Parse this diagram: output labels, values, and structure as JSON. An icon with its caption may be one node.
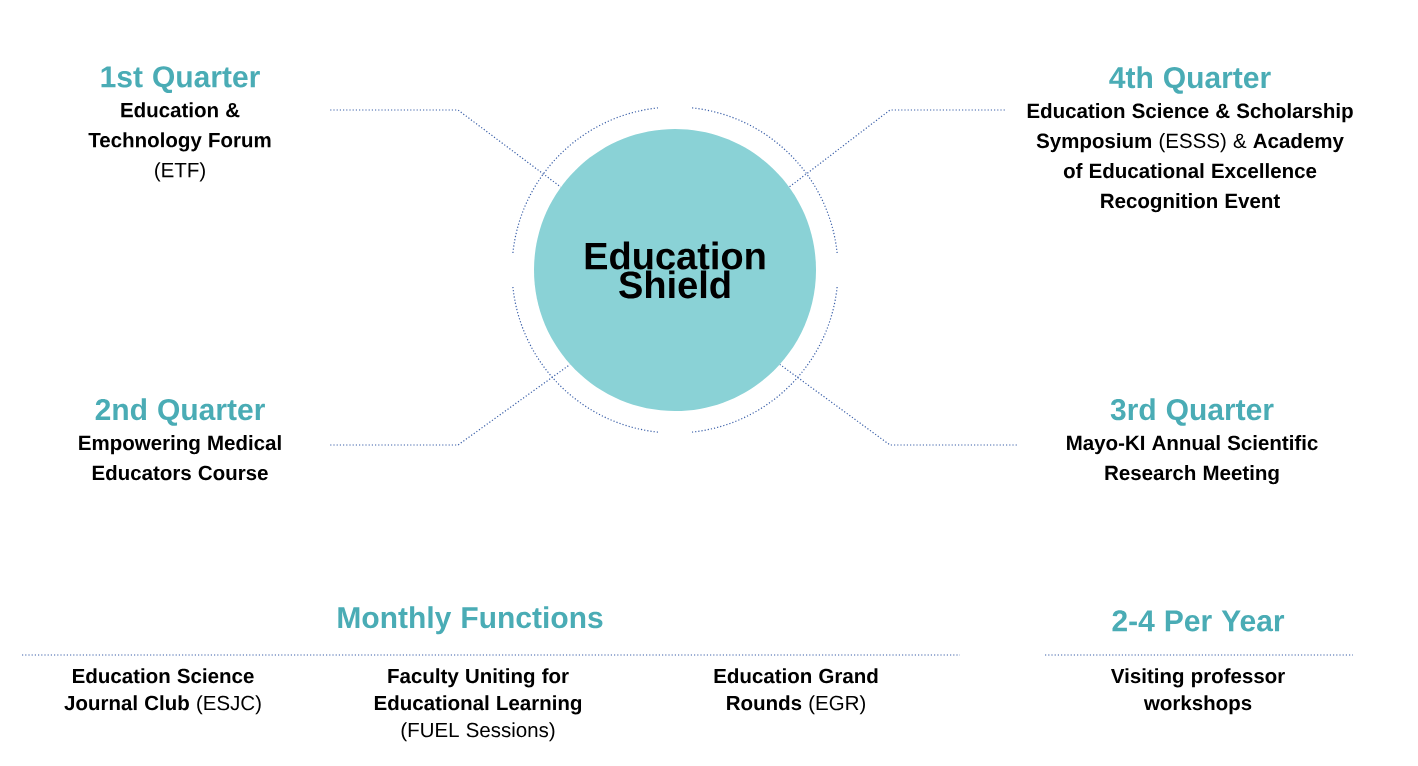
{
  "diagram": {
    "nodes": [
      {
        "text": [
          "1st Quarter",
          "**Education & Technology Forum** (ETF)"
        ]
      },
      {
        "text": [
          "4th Quarter",
          "**Education Science & Scholarship Symposium** (ESSS) & **Academy of Educational Excellence Recognition Event**"
        ]
      },
      {
        "text": [
          "Education Shield"
        ]
      },
      {
        "text": [
          "2nd Quarter",
          "**Empowering Medical Educators Course**"
        ]
      },
      {
        "text": [
          "3rd Quarter",
          "**Mayo-KI Annual Scientific Research Meeting**"
        ]
      }
    ],
    "edges": [
      {
        "from": 0,
        "to": 2,
        "arrow": "none"
      },
      {
        "from": 1,
        "to": 2,
        "arrow": "none"
      },
      {
        "from": 3,
        "to": 2,
        "arrow": "none"
      },
      {
        "from": 4,
        "to": 2,
        "arrow": "none"
      }
    ],
    "labels": [
      "Monthly Functions",
      "2-4 Per Year",
      "**Education Science Journal Club** (ESJC)",
      "**Faculty Uniting for Educational Learning** (FUEL Sessions)",
      "**Education Grand Rounds** (EGR)",
      "Visiting professor workshops"
    ]
  }
}
